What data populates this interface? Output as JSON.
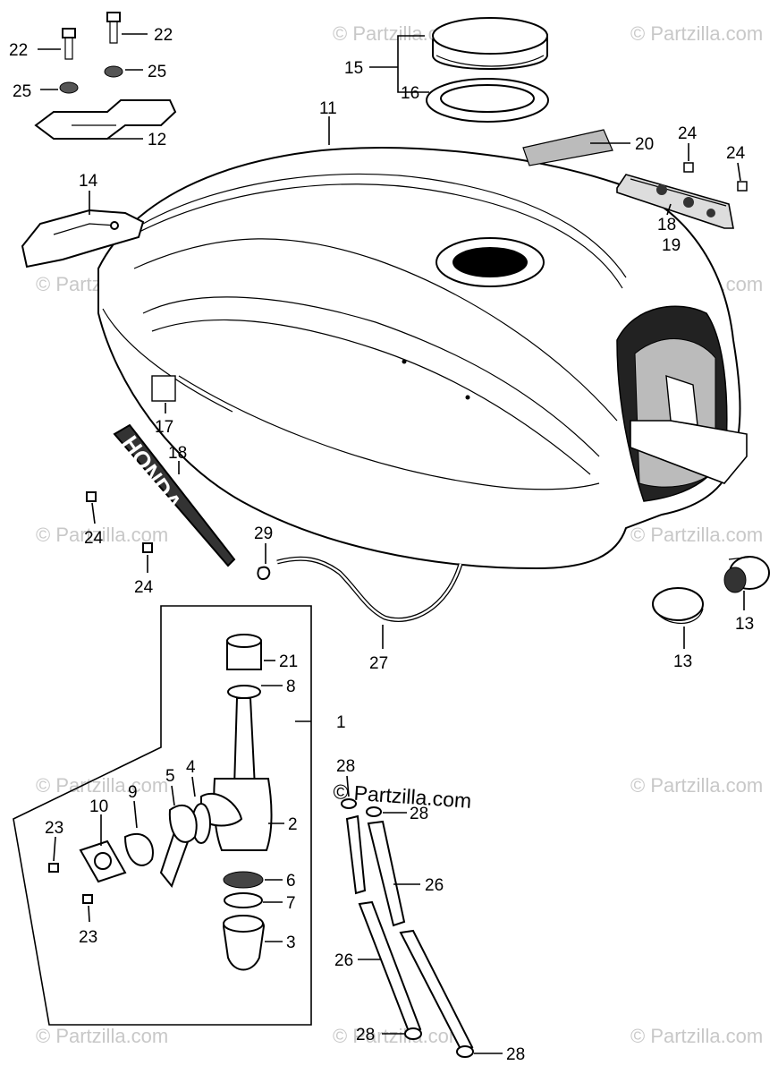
{
  "watermark": "© Partzilla.com",
  "brand_mark": "© Partzilla.com",
  "emblem_text": "HONDA",
  "callouts": {
    "c1": "1",
    "c2": "2",
    "c3": "3",
    "c4": "4",
    "c5": "5",
    "c6": "6",
    "c7": "7",
    "c8": "8",
    "c9": "9",
    "c10": "10",
    "c11": "11",
    "c12": "12",
    "c13a": "13",
    "c13b": "13",
    "c14": "14",
    "c15": "15",
    "c16": "16",
    "c17": "17",
    "c18a": "18",
    "c18b": "18",
    "c19": "19",
    "c20": "20",
    "c21": "21",
    "c22a": "22",
    "c22b": "22",
    "c23a": "23",
    "c23b": "23",
    "c24a": "24",
    "c24b": "24",
    "c24c": "24",
    "c24d": "24",
    "c25a": "25",
    "c25b": "25",
    "c26a": "26",
    "c26b": "26",
    "c27": "27",
    "c28a": "28",
    "c28b": "28",
    "c28c": "28",
    "c28d": "28",
    "c29": "29"
  }
}
